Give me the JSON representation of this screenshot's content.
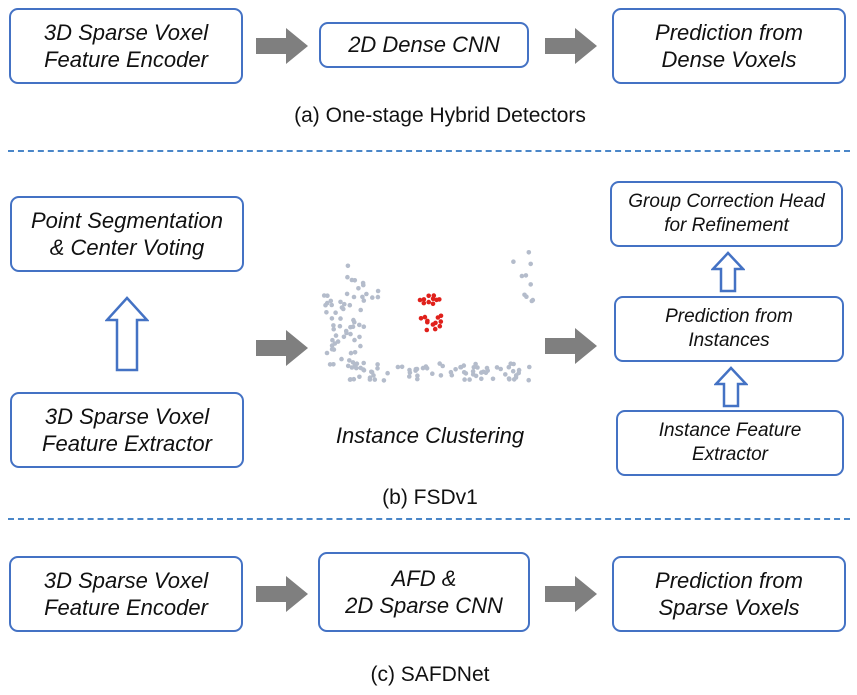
{
  "section_a": {
    "box1": [
      "3D Sparse Voxel",
      "Feature Encoder"
    ],
    "box2": [
      "2D Dense CNN"
    ],
    "box3": [
      "Prediction from",
      "Dense Voxels"
    ],
    "caption": "(a) One-stage Hybrid Detectors"
  },
  "section_b": {
    "seg_box": [
      "Point Segmentation",
      "& Center Voting"
    ],
    "extractor_box": [
      "3D Sparse Voxel",
      "Feature Extractor"
    ],
    "clustering_label": "Instance Clustering",
    "head_box": [
      "Group Correction Head",
      "for Refinement"
    ],
    "pred_box": [
      "Prediction from",
      "Instances"
    ],
    "inst_feat_box": [
      "Instance Feature",
      "Extractor"
    ],
    "caption": "(b) FSDv1"
  },
  "section_c": {
    "box1": [
      "3D Sparse Voxel",
      "Feature Encoder"
    ],
    "box2": [
      "AFD &",
      "2D Sparse CNN"
    ],
    "box3": [
      "Prediction from",
      "Sparse Voxels"
    ],
    "caption": "(c) SAFDNet"
  },
  "colors": {
    "box_border": "#4472c4",
    "arrow_fill": "#7f7f7f",
    "separator": "#4a86c8",
    "point_gray": "#b4bccb",
    "point_red": "#e0201b"
  },
  "icons": {
    "right_arrow": "block-right-arrow",
    "up_arrow": "hollow-up-arrow",
    "point_cloud": "point-cloud"
  }
}
